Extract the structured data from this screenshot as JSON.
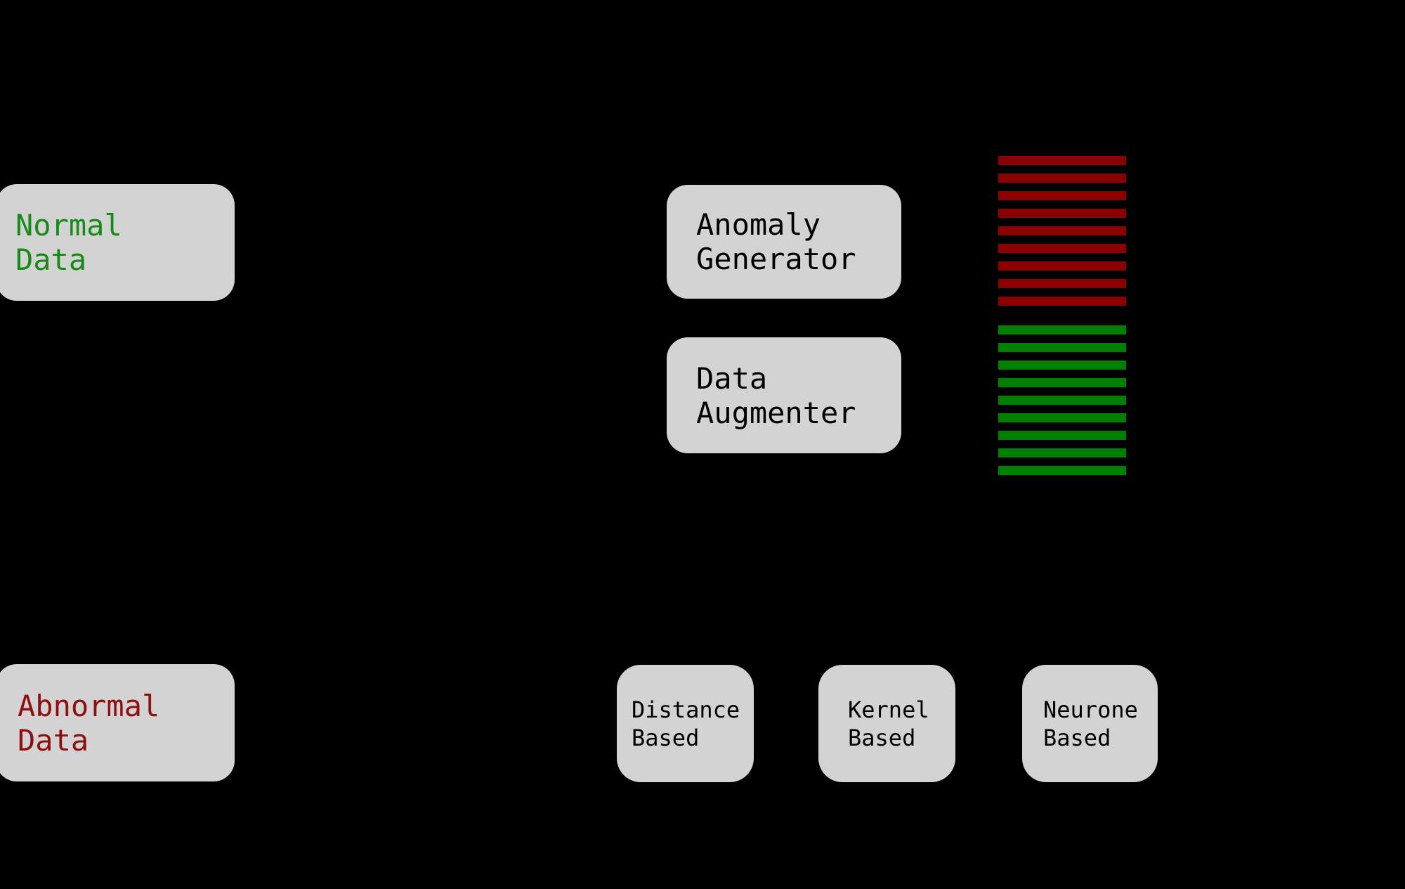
{
  "diagram": {
    "background": "#000000",
    "node_fill": "#d3d3d3",
    "nodes": {
      "normal_data": {
        "lines": [
          "Normal",
          "Data"
        ],
        "text_color": "#178a17"
      },
      "anomaly_generator": {
        "lines": [
          "Anomaly",
          "Generator"
        ],
        "text_color": "#000000"
      },
      "data_augmenter": {
        "lines": [
          "Data",
          "Augmenter"
        ],
        "text_color": "#000000"
      },
      "abnormal_data": {
        "lines": [
          "Abnormal",
          "Data"
        ],
        "text_color": "#8e0f0f"
      },
      "distance_based": {
        "lines": [
          "Distance",
          "Based"
        ],
        "text_color": "#000000"
      },
      "kernel_based": {
        "lines": [
          "Kernel",
          "Based"
        ],
        "text_color": "#000000"
      },
      "neurone_based": {
        "lines": [
          "Neurone",
          "Based"
        ],
        "text_color": "#000000"
      }
    },
    "stripe_stacks": [
      {
        "name": "abnormal-samples",
        "color": "#8b0000",
        "count": 9
      },
      {
        "name": "normal-samples",
        "color": "#008000",
        "count": 9
      }
    ]
  }
}
